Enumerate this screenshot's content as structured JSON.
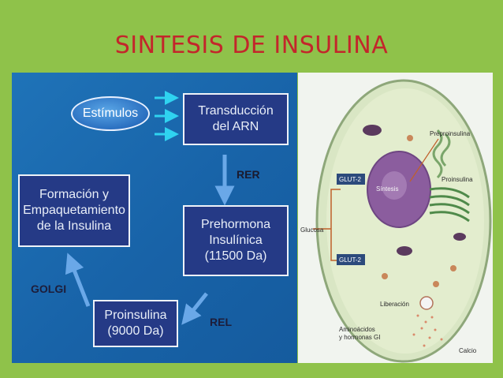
{
  "title": "SINTESIS DE INSULINA",
  "diagram": {
    "stimulus": "Estímulos",
    "transduction": "Transducción\ndel ARN",
    "rer_label": "RER",
    "prehormone": "Prehormona\nInsulínica\n(11500 Da)",
    "rel_label": "REL",
    "proinsulin": "Proinsulina\n(9000 Da)",
    "golgi_label": "GOLGI",
    "packaging": "Formación y\nEmpaquetamiento\nde la Insulina"
  },
  "cell": {
    "preproinsulina": "Preproinsulina",
    "proinsulina": "Proinsulina",
    "sintesis": "Síntesis",
    "glut2_top": "GLUT-2",
    "glut2_bottom": "GLUT-2",
    "glucosa": "Glucosa",
    "liberacion": "Liberación",
    "aminoacidos": "Aminoácidos",
    "hormonas": "y hormonas GI",
    "calcio": "Calcio"
  },
  "colors": {
    "background": "#8fc24a",
    "title": "#c3262b",
    "panel": "#1f73b8",
    "box": "#253a86",
    "arrow_cyan": "#2fd3f0",
    "arrow_blue": "#6aa8e8"
  }
}
